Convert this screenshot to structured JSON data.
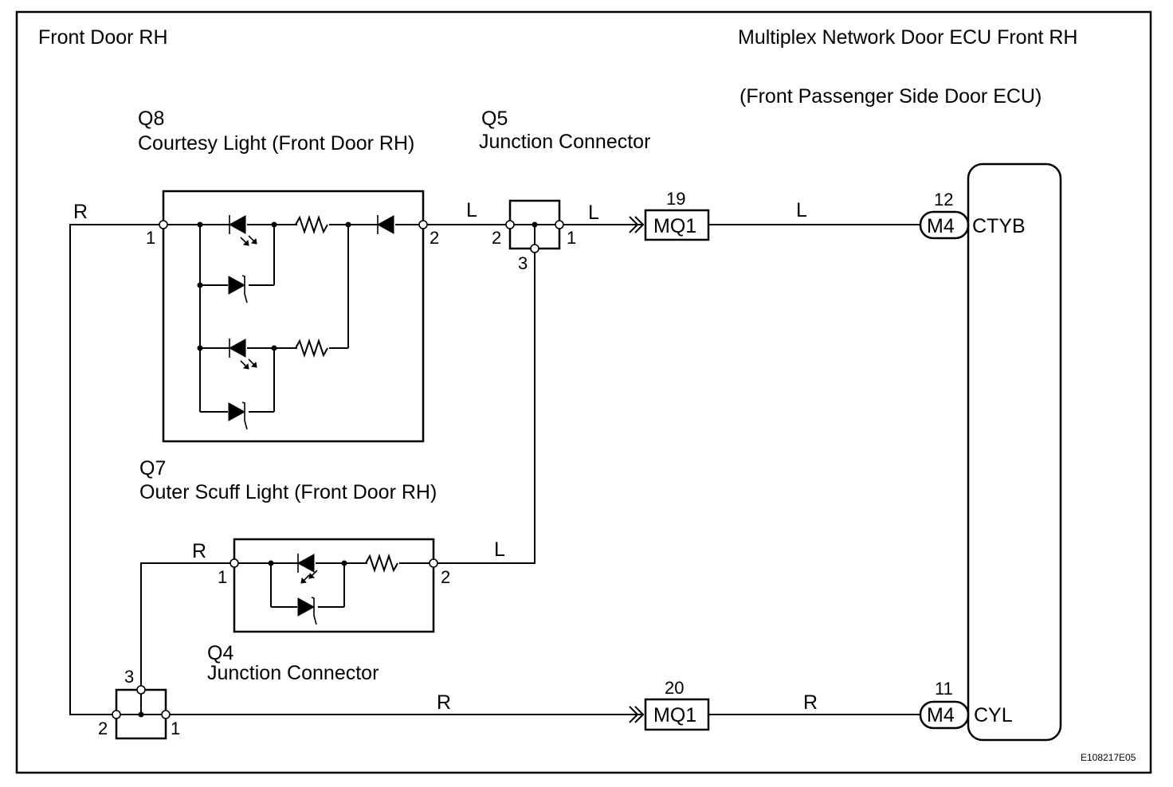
{
  "labels": {
    "front_door": "Front Door RH",
    "ecu_title": "Multiplex Network Door ECU Front RH",
    "ecu_subtitle": "(Front Passenger Side Door ECU)",
    "figure_id": "E108217E05"
  },
  "components": {
    "q8": {
      "code": "Q8",
      "name": "Courtesy Light (Front Door RH)",
      "pin_left": "1",
      "pin_right": "2"
    },
    "q5": {
      "code": "Q5",
      "name": "Junction Connector",
      "pin_left": "2",
      "pin_right": "1",
      "pin_bottom": "3"
    },
    "q7": {
      "code": "Q7",
      "name": "Outer Scuff Light (Front Door RH)",
      "pin_left": "1",
      "pin_right": "2"
    },
    "q4": {
      "code": "Q4",
      "name": "Junction Connector",
      "pin_left": "2",
      "pin_right": "1",
      "pin_top": "3"
    }
  },
  "connectors": {
    "mq1_top": {
      "label": "MQ1",
      "pin": "19"
    },
    "mq1_bottom": {
      "label": "MQ1",
      "pin": "20"
    },
    "m4_top": {
      "label": "M4",
      "pin": "12",
      "terminal": "CTYB"
    },
    "m4_bottom": {
      "label": "M4",
      "pin": "11",
      "terminal": "CYL"
    }
  },
  "wire_colors": {
    "r_left": "R",
    "l_q8_q5": "L",
    "l_q5_mq1": "L",
    "l_mq1_m4": "L",
    "r_q7": "R",
    "l_q7": "L",
    "r_q4_mq1": "R",
    "r_mq1_m4": "R"
  }
}
